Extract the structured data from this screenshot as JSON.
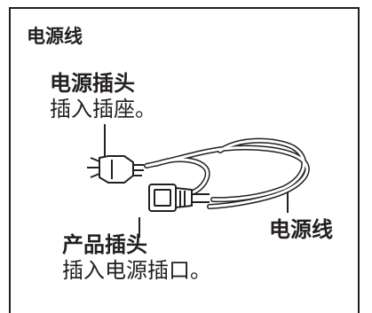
{
  "figure": {
    "title": "电源线",
    "plug": {
      "heading": "电源插头",
      "instruction": "插入插座。"
    },
    "product_plug": {
      "heading": "产品插头",
      "instruction": "插入电源插口。"
    },
    "cord_label": "电源线"
  }
}
